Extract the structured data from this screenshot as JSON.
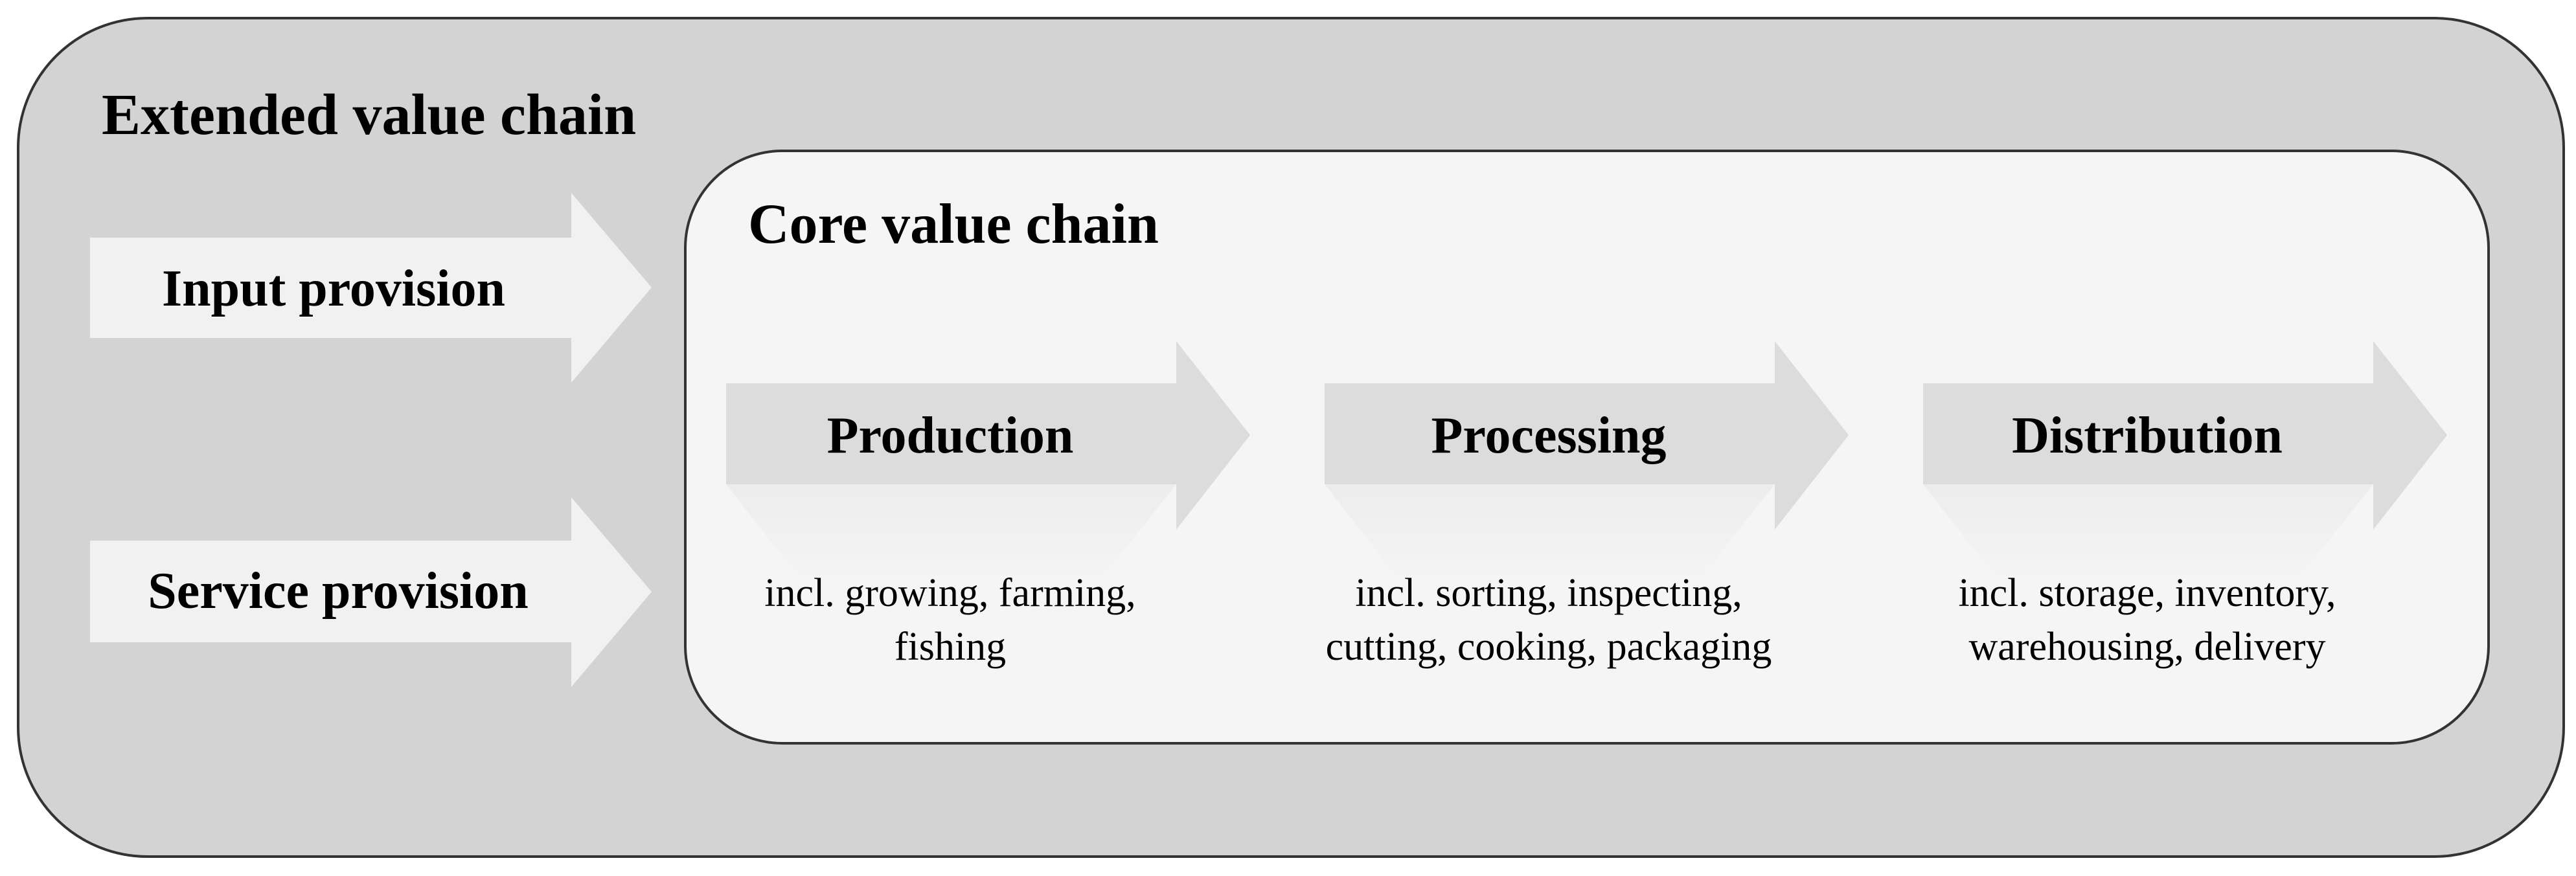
{
  "extended": {
    "title": "Extended value chain"
  },
  "core": {
    "title": "Core value chain"
  },
  "inputs": [
    {
      "label": "Input provision"
    },
    {
      "label": "Service provision"
    }
  ],
  "stages": [
    {
      "label": "Production",
      "desc": [
        "incl. growing, farming,",
        "fishing"
      ]
    },
    {
      "label": "Processing",
      "desc": [
        "incl. sorting, inspecting,",
        "cutting, cooking, packaging"
      ]
    },
    {
      "label": "Distribution",
      "desc": [
        "incl. storage, inventory,",
        "warehousing, delivery"
      ]
    }
  ],
  "colors": {
    "extended_fill": "#d3d3d3",
    "core_fill": "#f5f5f5",
    "input_arrow": "#f1f1f1",
    "stage_arrow": "#dcdcdc",
    "border": "#333333"
  }
}
